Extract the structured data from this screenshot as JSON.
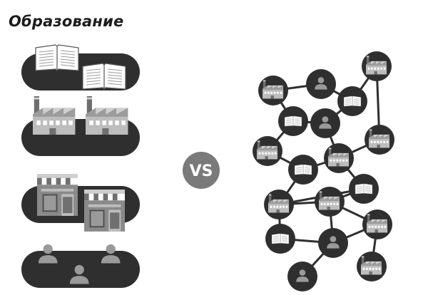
{
  "title": "Образование",
  "vs_label": "VS",
  "colors": {
    "dark": "#2f2f2f",
    "mid": "#707070",
    "light": "#bdbdbd",
    "white": "#ffffff",
    "vs_circle": "#7a7a7a"
  },
  "left_rows": [
    {
      "name": "books-row",
      "icon": "open-book-icon"
    },
    {
      "name": "factories-row",
      "icon": "factory-icon"
    },
    {
      "name": "shops-row",
      "icon": "shop-icon"
    },
    {
      "name": "people-row",
      "icon": "person-icon"
    }
  ],
  "network": {
    "nodes": [
      {
        "id": "n1",
        "icon": "factory-icon"
      },
      {
        "id": "n2",
        "icon": "person-icon"
      },
      {
        "id": "n3",
        "icon": "factory-icon"
      },
      {
        "id": "n4",
        "icon": "open-book-icon"
      },
      {
        "id": "n5",
        "icon": "open-book-icon"
      },
      {
        "id": "n6",
        "icon": "person-icon"
      },
      {
        "id": "n7",
        "icon": "factory-icon"
      },
      {
        "id": "n8",
        "icon": "factory-icon"
      },
      {
        "id": "n9",
        "icon": "open-book-icon"
      },
      {
        "id": "n10",
        "icon": "factory-icon"
      },
      {
        "id": "n11",
        "icon": "open-book-icon"
      },
      {
        "id": "n12",
        "icon": "factory-icon"
      },
      {
        "id": "n13",
        "icon": "factory-icon"
      },
      {
        "id": "n14",
        "icon": "open-book-icon"
      },
      {
        "id": "n15",
        "icon": "person-icon"
      },
      {
        "id": "n16",
        "icon": "factory-icon"
      },
      {
        "id": "n17",
        "icon": "person-icon"
      },
      {
        "id": "n18",
        "icon": "factory-icon"
      }
    ],
    "edges": [
      [
        "n1",
        "n2"
      ],
      [
        "n2",
        "n5"
      ],
      [
        "n5",
        "n3"
      ],
      [
        "n3",
        "n8"
      ],
      [
        "n1",
        "n4"
      ],
      [
        "n4",
        "n6"
      ],
      [
        "n6",
        "n5"
      ],
      [
        "n4",
        "n7"
      ],
      [
        "n6",
        "n10"
      ],
      [
        "n7",
        "n9"
      ],
      [
        "n9",
        "n10"
      ],
      [
        "n10",
        "n8"
      ],
      [
        "n9",
        "n12"
      ],
      [
        "n10",
        "n11"
      ],
      [
        "n11",
        "n13"
      ],
      [
        "n12",
        "n13"
      ],
      [
        "n12",
        "n14"
      ],
      [
        "n14",
        "n15"
      ],
      [
        "n13",
        "n15"
      ],
      [
        "n13",
        "n16"
      ],
      [
        "n16",
        "n15"
      ],
      [
        "n15",
        "n17"
      ],
      [
        "n16",
        "n18"
      ],
      [
        "n11",
        "n12"
      ]
    ]
  }
}
